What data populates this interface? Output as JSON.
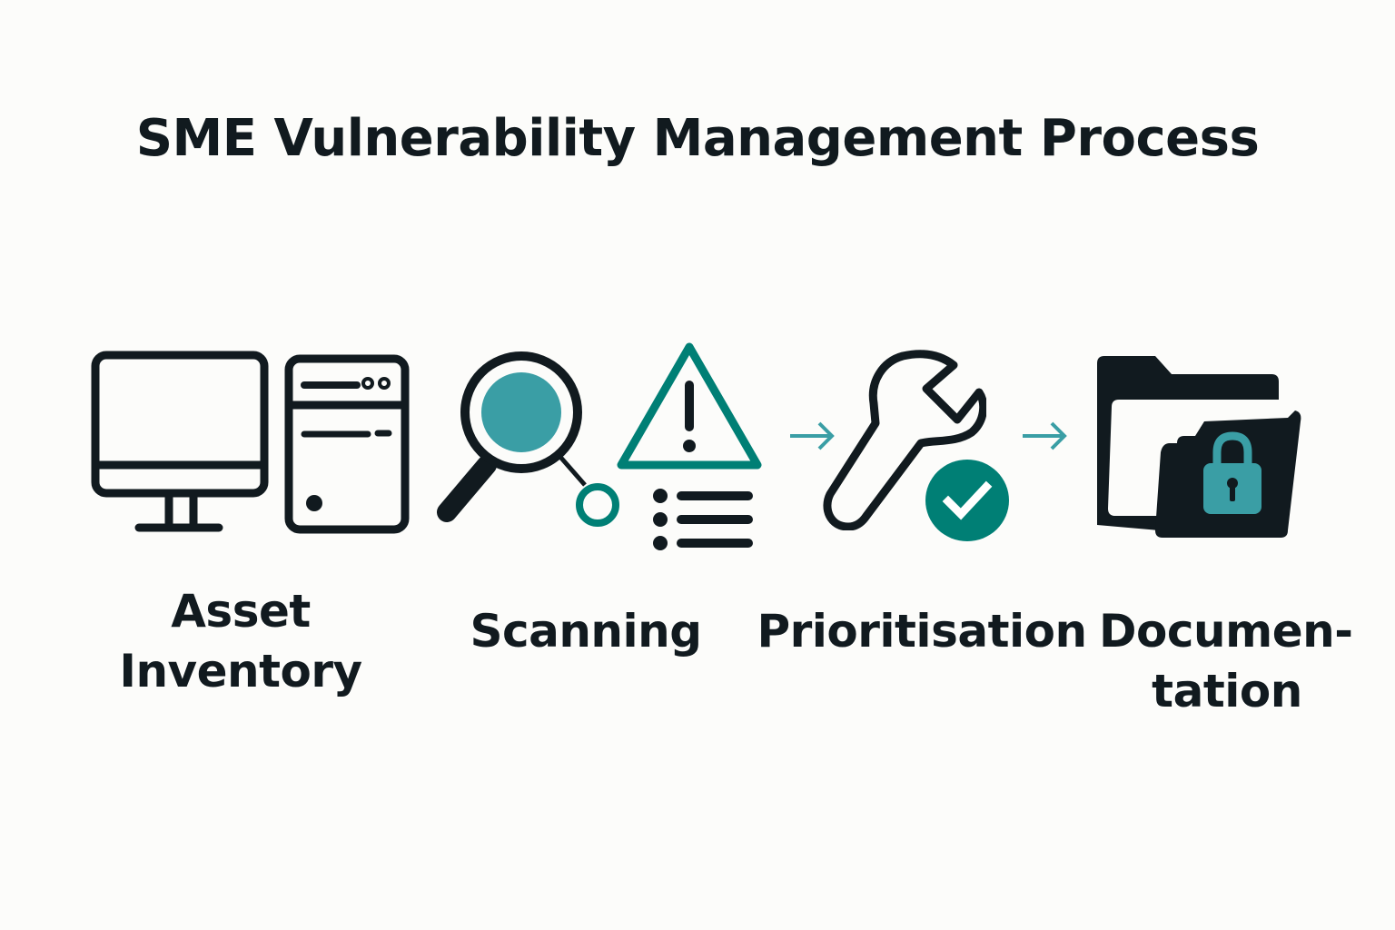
{
  "title": "SME Vulnerability Management Process",
  "colors": {
    "ink": "#111a1f",
    "teal_dark": "#007f75",
    "teal_light": "#3a9ea5",
    "background": "#fcfcfa"
  },
  "steps": [
    {
      "label_line1": "Asset",
      "label_line2": "Inventory",
      "icons": [
        "desktop-monitor-icon",
        "server-tower-icon"
      ]
    },
    {
      "label_line1": "Scanning",
      "icons": [
        "magnifier-icon",
        "warning-triangle-icon",
        "list-icon"
      ]
    },
    {
      "label_line1": "Prioritisation",
      "icons": [
        "wrench-icon",
        "check-circle-icon"
      ]
    },
    {
      "label_line1": "Documen-",
      "label_line2": "tation",
      "icons": [
        "folder-icon",
        "padlock-icon"
      ]
    }
  ],
  "connectors": [
    {
      "from": "Scanning",
      "to": "Prioritisation",
      "icon": "arrow-right-icon"
    },
    {
      "from": "Prioritisation",
      "to": "Documentation",
      "icon": "arrow-right-icon"
    }
  ]
}
